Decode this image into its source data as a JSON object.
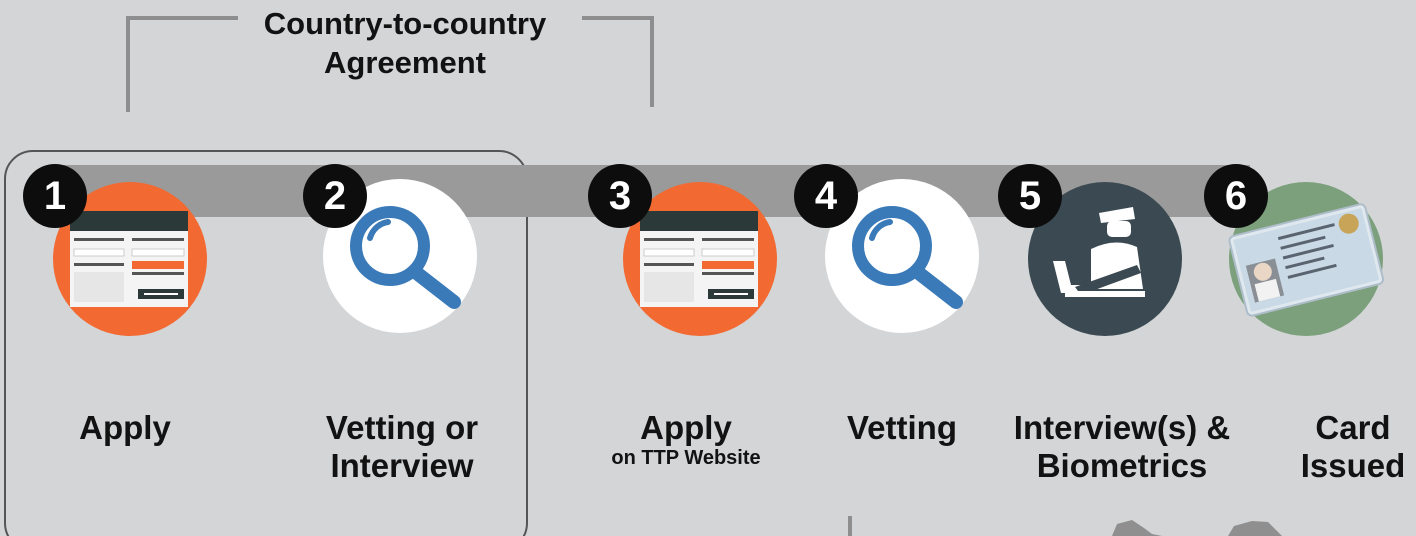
{
  "header": {
    "title": "Country-to-country Agreement"
  },
  "steps": [
    {
      "number": "1",
      "label": "Apply",
      "sub": "",
      "icon": "application-form-icon"
    },
    {
      "number": "2",
      "label": "Vetting or Interview",
      "sub": "",
      "icon": "magnifying-glass-icon"
    },
    {
      "number": "3",
      "label": "Apply",
      "sub": "on TTP Website",
      "icon": "application-form-icon"
    },
    {
      "number": "4",
      "label": "Vetting",
      "sub": "",
      "icon": "magnifying-glass-icon"
    },
    {
      "number": "5",
      "label": "Interview(s) & Biometrics",
      "sub": "",
      "icon": "officer-interview-icon"
    },
    {
      "number": "6",
      "label": "Card Issued",
      "sub": "",
      "icon": "id-card-icon"
    }
  ],
  "colors": {
    "background": "#d3d5d7",
    "timeline_bar": "#9a9a9a",
    "form_circle": "#f26a32",
    "magnifier_blue": "#3b7ab8",
    "officer_circle": "#3b4a52",
    "card_circle": "#7ba07b",
    "badge": "#0d0d0d"
  }
}
